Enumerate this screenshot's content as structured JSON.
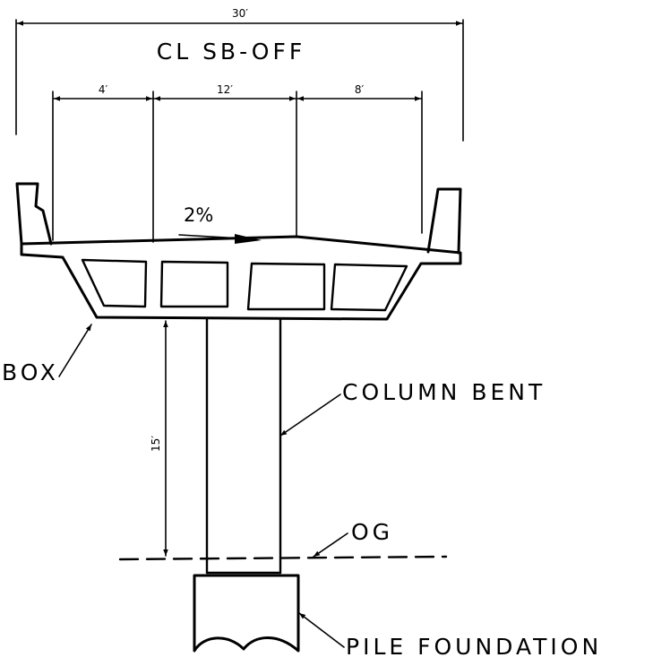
{
  "title": "CL SB-OFF",
  "dimensions": {
    "overall": "30′",
    "left": "4′",
    "middle": "12′",
    "right": "8′",
    "height": "15′"
  },
  "slope": "2%",
  "labels": {
    "box": "BOX",
    "column": "COLUMN BENT",
    "ground": "OG",
    "pile": "PILE FOUNDATION"
  }
}
